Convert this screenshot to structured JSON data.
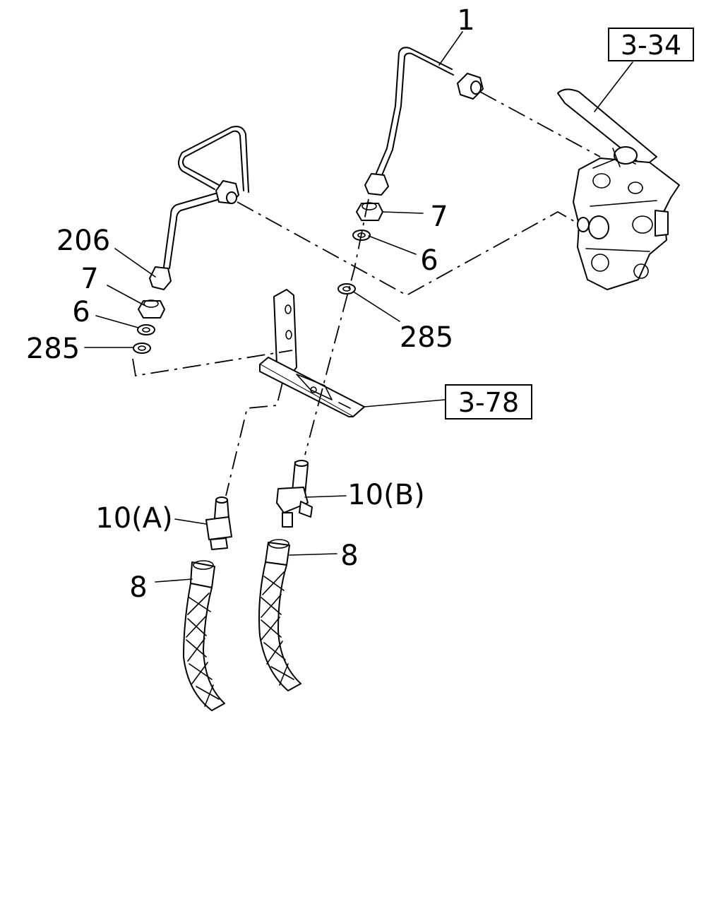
{
  "diagram": {
    "callouts": {
      "c1": "1",
      "c206": "206",
      "c7_right": "7",
      "c6_right": "6",
      "c285_right": "285",
      "c7_left": "7",
      "c6_left": "6",
      "c285_left": "285",
      "c10a": "10(A)",
      "c10b": "10(B)",
      "c8_left": "8",
      "c8_right": "8"
    },
    "references": {
      "ref_3_34": "3-34",
      "ref_3_78": "3-78"
    }
  }
}
